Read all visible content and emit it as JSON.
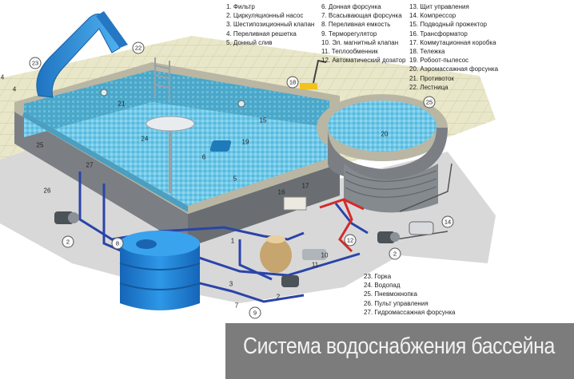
{
  "legend_top": {
    "col1": [
      "1. Фильтр",
      "2. Циркуляционный насос",
      "3. Шестипозиционный клапан",
      "4. Переливная решетка",
      "5. Донный слив"
    ],
    "col2": [
      "6. Донная форсунка",
      "7. Всасывающая форсунка",
      "8. Переливная емкость",
      "9. Терморегулятор",
      "10. Эл. магнитный клапан",
      "11. Теплообменник",
      "12. Автоматический дозатор"
    ],
    "col3": [
      "13. Щит управления",
      "14. Компрессор",
      "15. Подводный прожектор",
      "16. Трансформатор",
      "17. Коммутационная коробка",
      "18. Тележка",
      "19. Робоот-пылесос",
      "20. Аэромассажная форсунка",
      "21. Противоток",
      "22. Лестница"
    ]
  },
  "legend_bottom": [
    "23. Горка",
    "24. Водопад",
    "25. Пневмокнопка",
    "26. Пульт управления",
    "27. Гидромассажная форсунка"
  ],
  "callouts": [
    "23",
    "22",
    "4",
    "21",
    "25",
    "24",
    "15",
    "20",
    "19",
    "25",
    "6",
    "5",
    "26",
    "2",
    "8",
    "1",
    "16",
    "17",
    "18",
    "12",
    "14",
    "2",
    "3",
    "11",
    "10",
    "2",
    "9",
    "7",
    "27",
    "4"
  ],
  "banner": {
    "title": "Система водоснабжения бассейна"
  },
  "colors": {
    "water": "#6cc6e6",
    "tile": "#e8e6c8",
    "tank": "#1f86d6",
    "pipe_blue": "#2a44a8",
    "pipe_red": "#d42a2a",
    "slide": "#2e8fd6",
    "banner_bg": "#5f5f5f"
  }
}
